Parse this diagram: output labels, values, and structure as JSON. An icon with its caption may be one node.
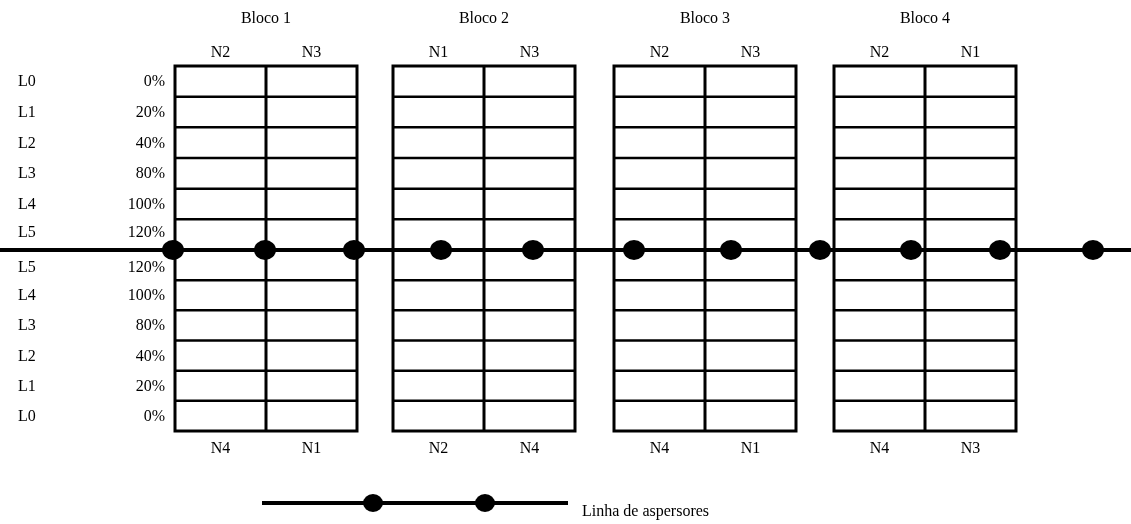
{
  "diagram": {
    "nodes": [
      {
        "text": [
          "Bloco 1",
          "N2",
          "N3",
          "N4",
          "N1"
        ]
      },
      {
        "text": [
          "Bloco 2",
          "N1",
          "N3",
          "N2",
          "N4"
        ]
      },
      {
        "text": [
          "Bloco 3",
          "N2",
          "N3",
          "N4",
          "N1"
        ]
      },
      {
        "text": [
          "Bloco 4",
          "N2",
          "N1",
          "N4",
          "N3"
        ]
      }
    ],
    "labels": [
      "L0",
      "0%",
      "L1",
      "20%",
      "L2",
      "40%",
      "L3",
      "80%",
      "L4",
      "100%",
      "L5",
      "120%",
      "L5",
      "120%",
      "L4",
      "100%",
      "L3",
      "80%",
      "L2",
      "40%",
      "L1",
      "20%",
      "L0",
      "0%"
    ],
    "legend": [
      {
        "text": "Linha de aspersores"
      }
    ]
  }
}
